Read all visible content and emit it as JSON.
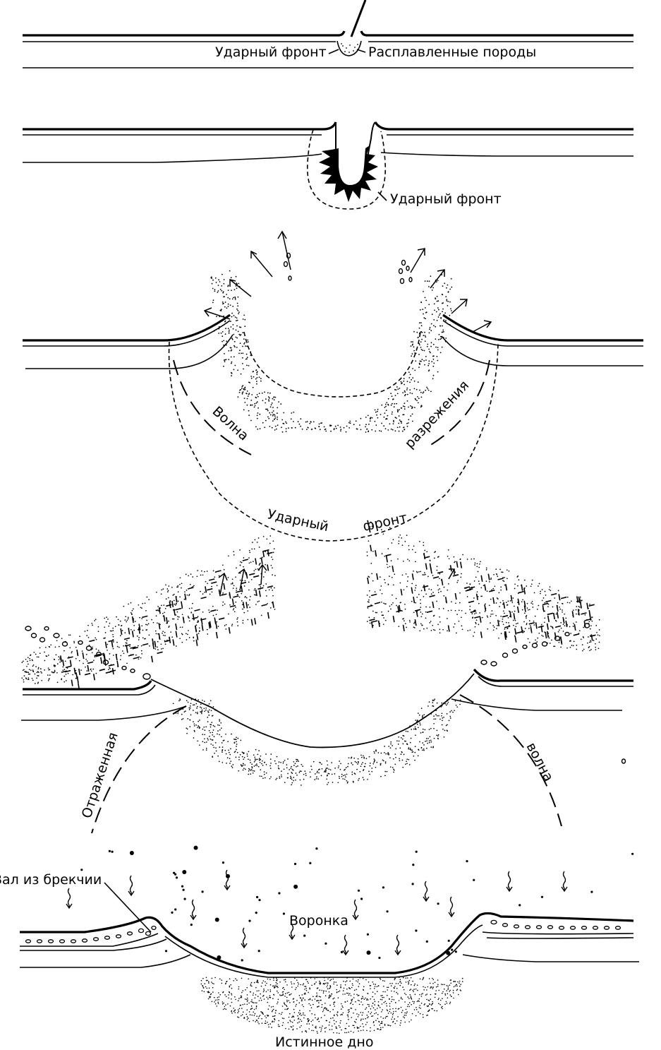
{
  "stage1": {
    "label_shock_front": "Ударный фронт",
    "label_molten_rock": "Расплавленные породы"
  },
  "stage2": {
    "label_shock_front": "Ударный фронт"
  },
  "stage3": {
    "label_wave": "Волна",
    "label_rarefaction": "разрежения",
    "label_shock": "Ударный",
    "label_front": "фронт"
  },
  "stage4": {
    "label_reflected": "Отраженная",
    "label_wave": "волна"
  },
  "stage5": {
    "label_breccia_rampart": "Вал из брекчии",
    "label_crater": "Воронка",
    "label_true_floor": "Истинное дно"
  }
}
